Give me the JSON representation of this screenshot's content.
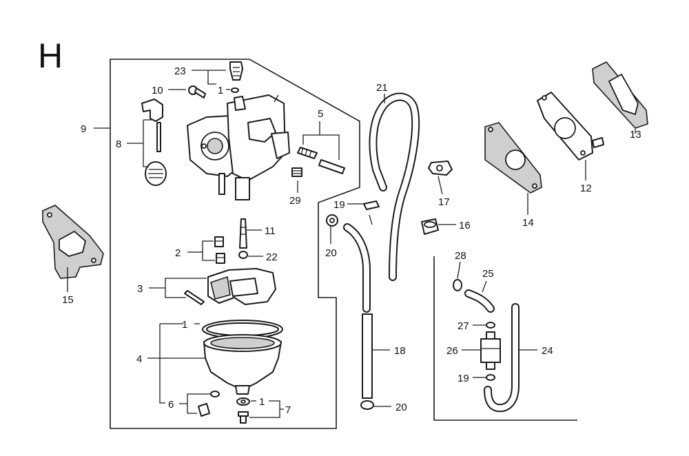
{
  "section_letter": "H",
  "callouts": {
    "c1a": "1",
    "c1b": "1",
    "c1c": "1",
    "c2": "2",
    "c3": "3",
    "c4": "4",
    "c5": "5",
    "c6": "6",
    "c7": "7",
    "c8": "8",
    "c9": "9",
    "c10": "10",
    "c11": "11",
    "c12": "12",
    "c13": "13",
    "c14": "14",
    "c15": "15",
    "c16": "16",
    "c17": "17",
    "c18": "18",
    "c19a": "19",
    "c19b": "19",
    "c20a": "20",
    "c20b": "20",
    "c21": "21",
    "c22": "22",
    "c23": "23",
    "c24": "24",
    "c25": "25",
    "c26": "26",
    "c27": "27",
    "c28": "28",
    "c29": "29"
  },
  "colors": {
    "ink": "#1a1a1a",
    "paper": "#ffffff",
    "shade": "#cfcfcf"
  }
}
